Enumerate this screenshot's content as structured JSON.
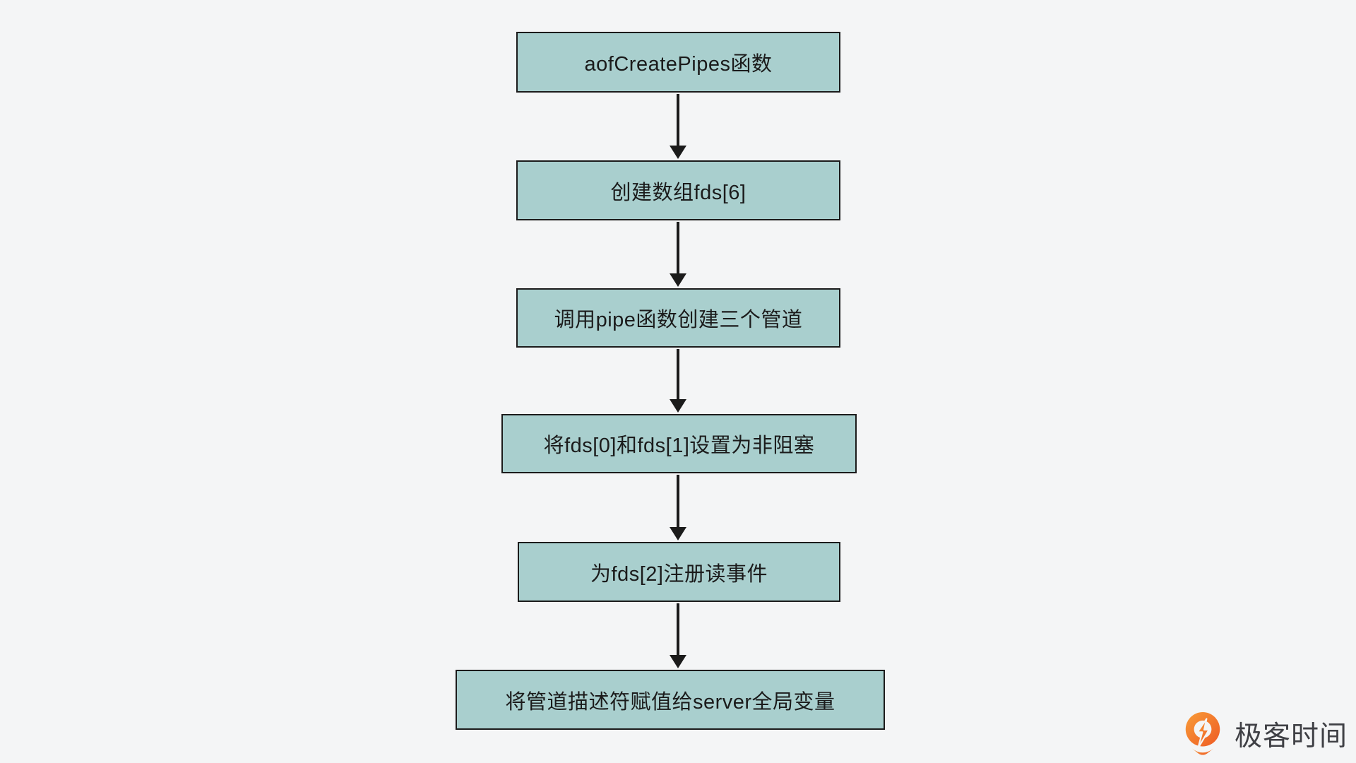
{
  "colors": {
    "bg": "#f4f5f6",
    "box_fill": "#a9cfce",
    "box_border": "#1b1b1b",
    "text": "#1b1b1b",
    "logo_orange": "#f26d21",
    "logo_orange_light": "#f89c38",
    "logo_text_color": "#3f4045"
  },
  "flowchart": {
    "type": "flowchart-vertical",
    "nodes": [
      {
        "label": "aofCreatePipes函数"
      },
      {
        "label": "创建数组fds[6]"
      },
      {
        "label": "调用pipe函数创建三个管道"
      },
      {
        "label": "将fds[0]和fds[1]设置为非阻塞"
      },
      {
        "label": "为fds[2]注册读事件"
      },
      {
        "label": "将管道描述符赋值给server全局变量"
      }
    ],
    "edges": [
      {
        "from": 0,
        "to": 1
      },
      {
        "from": 1,
        "to": 2
      },
      {
        "from": 2,
        "to": 3
      },
      {
        "from": 3,
        "to": 4
      },
      {
        "from": 4,
        "to": 5
      }
    ]
  },
  "branding": {
    "logo_text": "极客时间",
    "logo_icon": "geektime-pin-icon"
  }
}
